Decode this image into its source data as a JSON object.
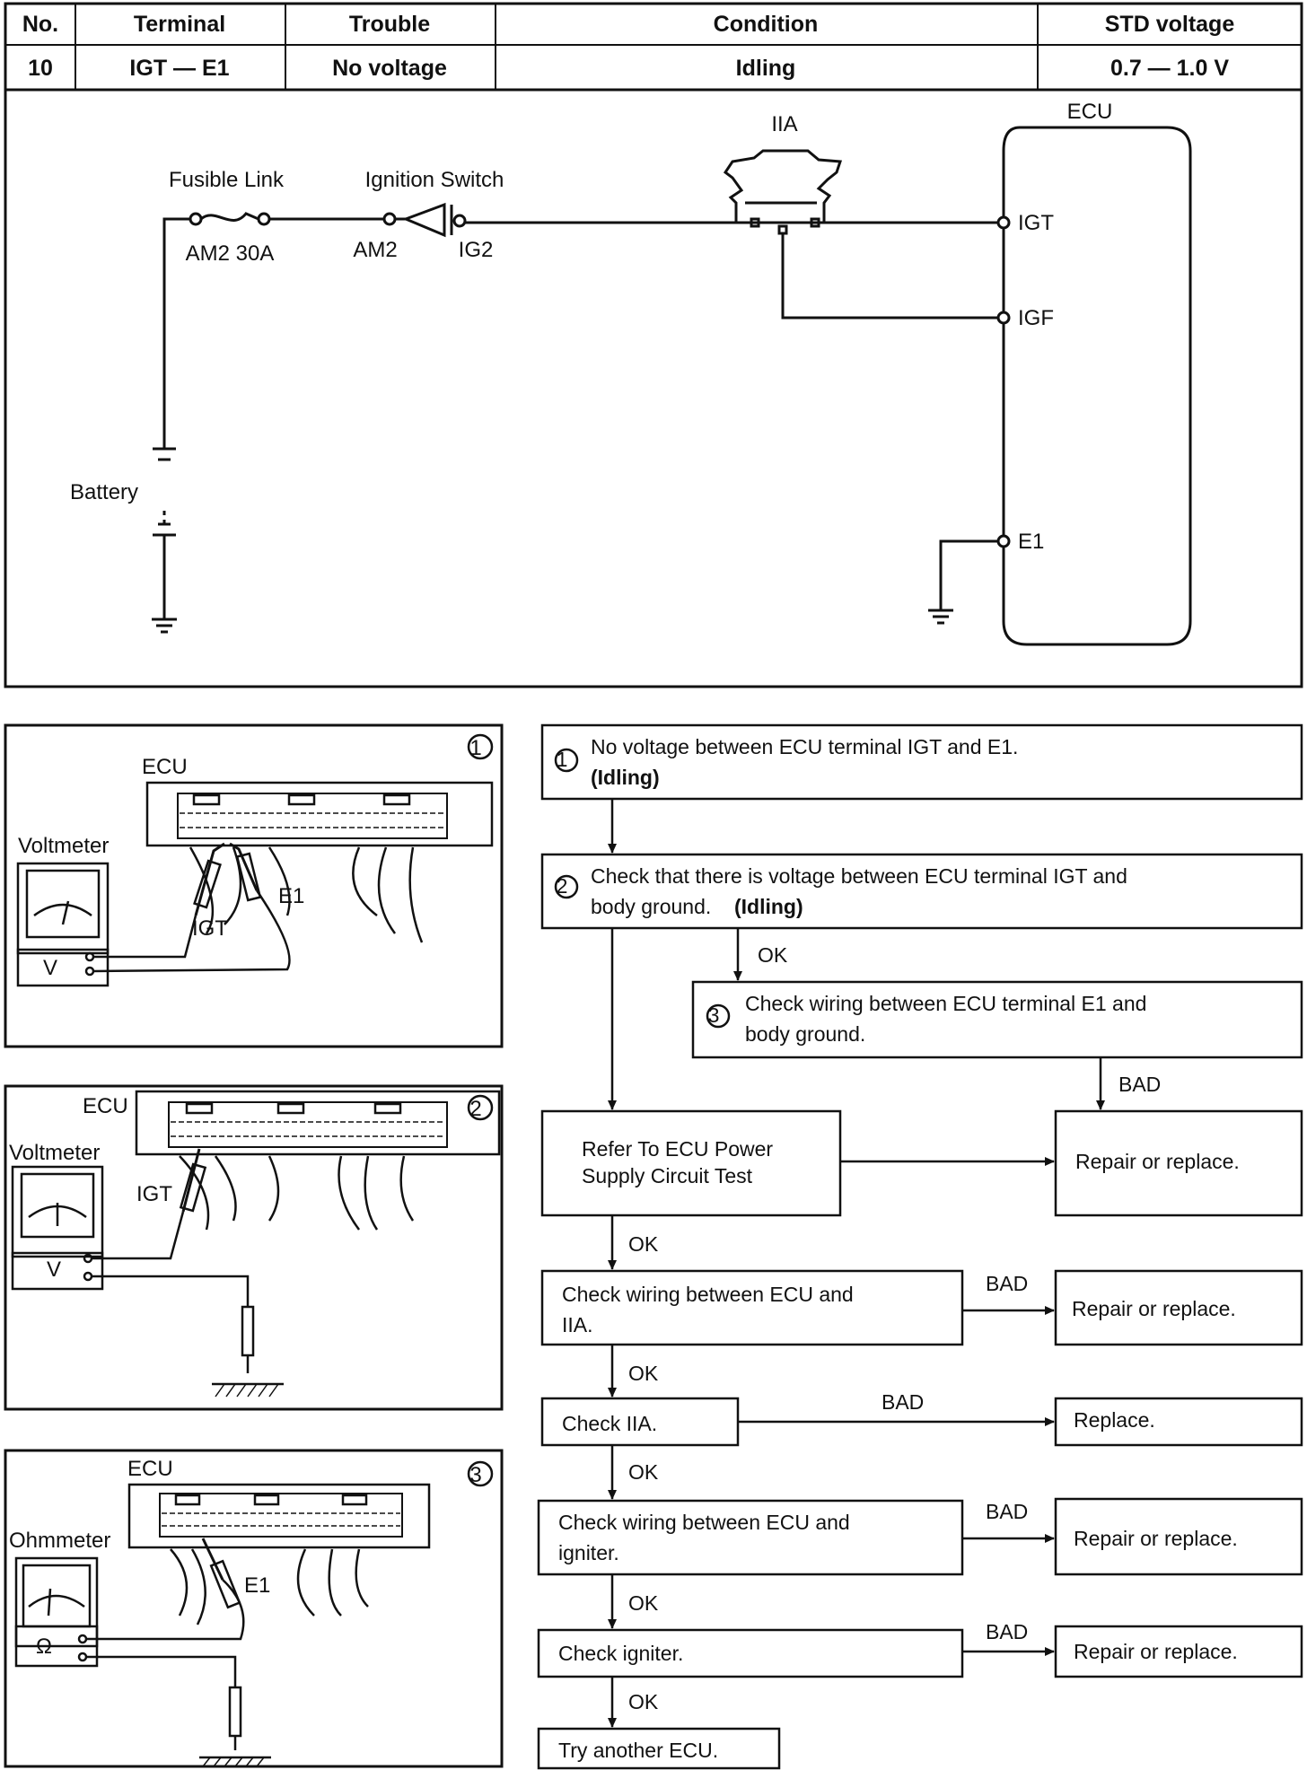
{
  "table": {
    "headers": {
      "no": "No.",
      "terminal": "Terminal",
      "trouble": "Trouble",
      "condition": "Condition",
      "std_voltage": "STD voltage"
    },
    "row": {
      "no": "10",
      "terminal": "IGT — E1",
      "trouble": "No voltage",
      "condition": "Idling",
      "std_voltage": "0.7 — 1.0 V"
    }
  },
  "circuit": {
    "fusible_link": "Fusible Link",
    "fuse_rating": "AM2 30A",
    "ignition_switch": "Ignition Switch",
    "am2": "AM2",
    "ig2": "IG2",
    "iia": "IIA",
    "ecu": "ECU",
    "igt": "IGT",
    "igf": "IGF",
    "e1": "E1",
    "battery": "Battery"
  },
  "panels": [
    {
      "num": "1",
      "ecu": "ECU",
      "meter": "Voltmeter",
      "meter_symbol": "V",
      "probe_a": "IGT",
      "probe_b": "E1"
    },
    {
      "num": "2",
      "ecu": "ECU",
      "meter": "Voltmeter",
      "meter_symbol": "V",
      "probe_a": "IGT"
    },
    {
      "num": "3",
      "ecu": "ECU",
      "meter": "Ohmmeter",
      "meter_symbol": "Ω",
      "probe_a": "E1"
    }
  ],
  "flow": {
    "step1": {
      "num": "1",
      "line1": "No voltage between ECU terminal IGT and E1.",
      "line2": "(Idling)"
    },
    "step2": {
      "num": "2",
      "line1": "Check that there is voltage between ECU terminal IGT and",
      "line2a": "body ground.",
      "line2b": "(Idling)"
    },
    "step3": {
      "num": "3",
      "line1": "Check wiring between ECU terminal E1 and",
      "line2": "body ground."
    },
    "ecu_power": {
      "line1": "Refer To ECU Power",
      "line2": "Supply Circuit Test"
    },
    "wiring_iia": {
      "line1": "Check wiring between ECU and",
      "line2": "IIA."
    },
    "check_iia": "Check IIA.",
    "wiring_igniter": {
      "line1": "Check wiring between ECU and",
      "line2": "igniter."
    },
    "check_igniter": "Check igniter.",
    "try_ecu": "Try another ECU.",
    "repair1": "Repair or replace.",
    "repair2": "Repair or replace.",
    "replace": "Replace.",
    "repair3": "Repair or replace.",
    "repair4": "Repair or replace.",
    "ok": "OK",
    "bad": "BAD"
  }
}
